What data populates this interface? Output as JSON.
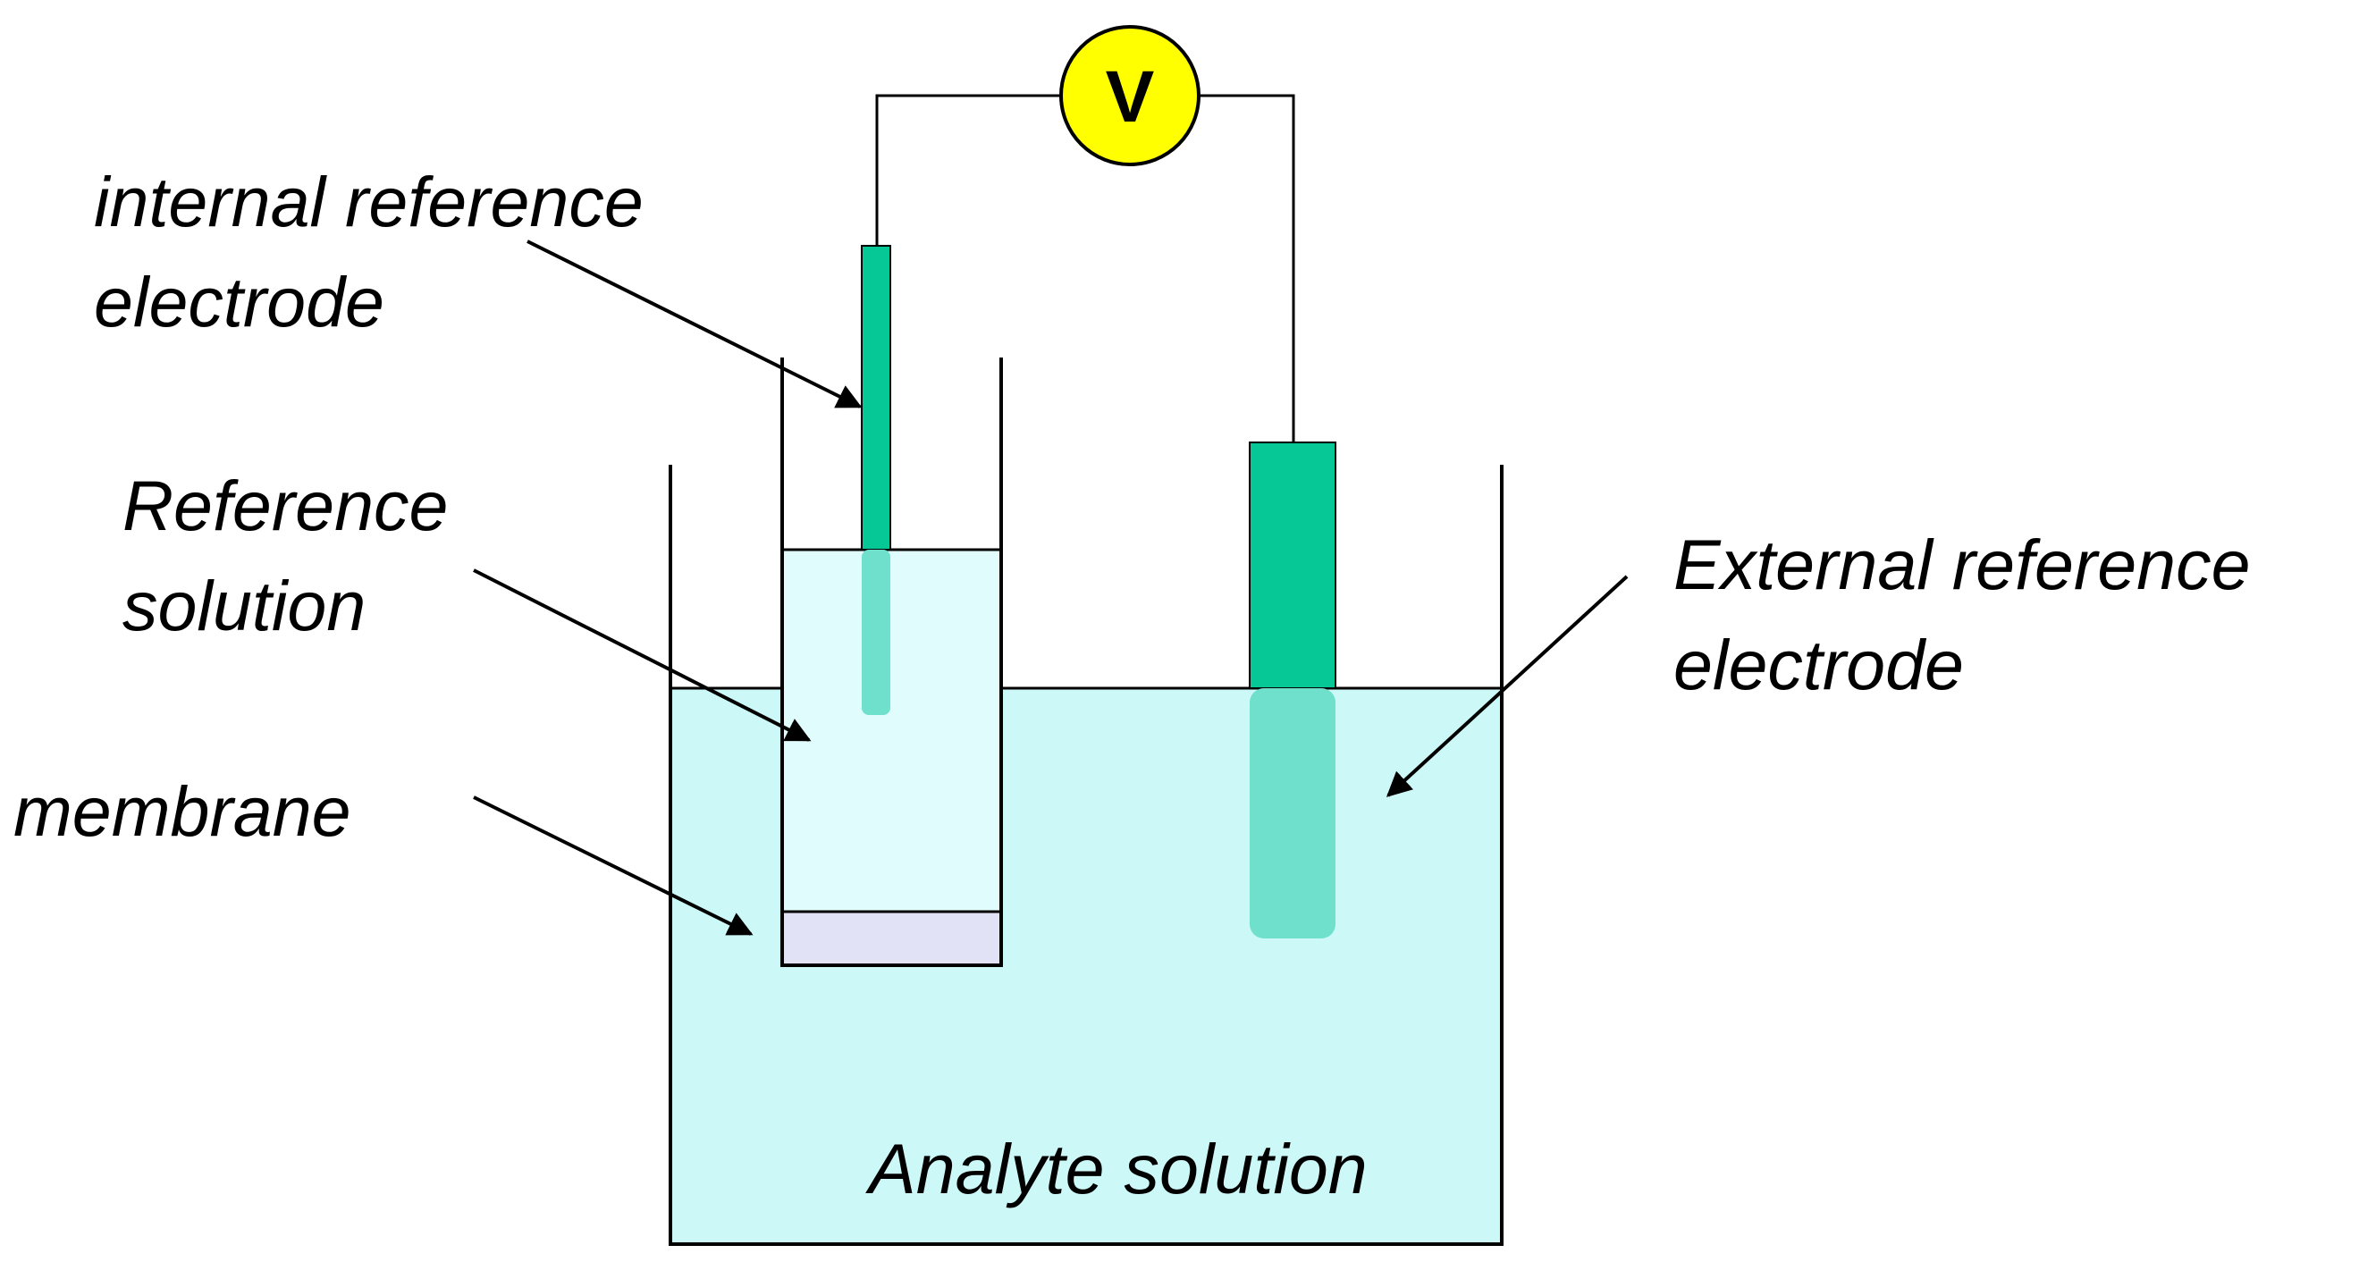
{
  "diagram": {
    "labels": {
      "internal_reference_electrode": [
        "internal reference",
        "electrode"
      ],
      "reference_solution": [
        "Reference",
        "solution"
      ],
      "membrane": "membrane",
      "external_reference_electrode": [
        "External reference",
        "electrode"
      ],
      "analyte_solution": "Analyte solution"
    },
    "voltmeter_symbol": "V",
    "colors": {
      "analyte_solution": "#ccf8f8",
      "reference_solution": "#e0fcfc",
      "membrane": "#e2e2f6",
      "electrode": "#06c796",
      "electrode_submerged": "#6ee0cc",
      "voltmeter": "#ffff00",
      "wire": "#000000"
    }
  }
}
